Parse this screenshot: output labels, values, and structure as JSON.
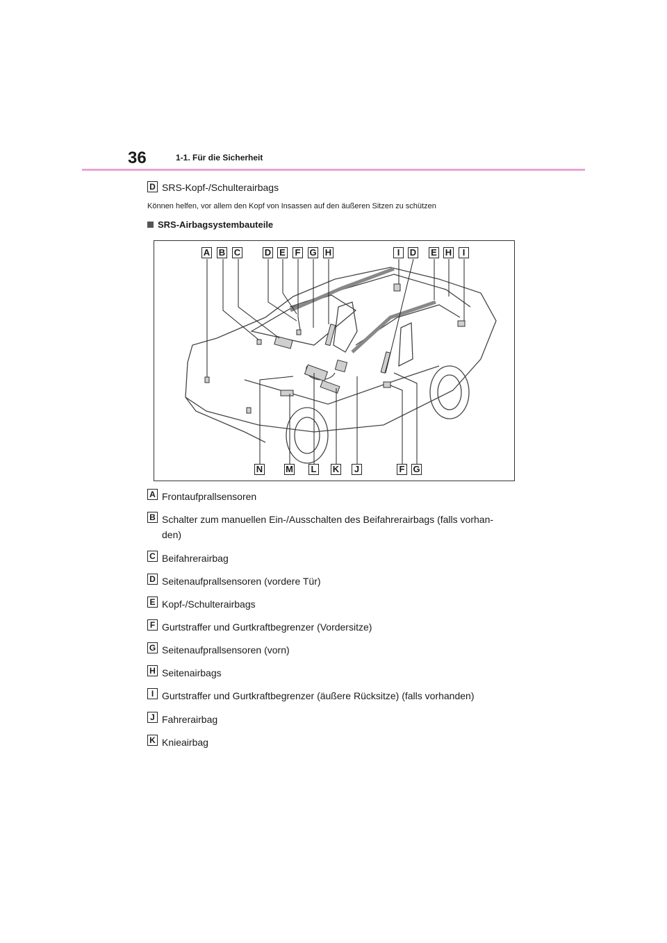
{
  "header": {
    "page_number": "36",
    "section": "1-1. Für die Sicherheit"
  },
  "intro": {
    "letter": "D",
    "label": "SRS-Kopf-/Schulterairbags",
    "note": "Können helfen, vor allem den Kopf von Insassen auf den äußeren Sitzen zu schützen"
  },
  "heading": "SRS-Airbagsystembauteile",
  "figure": {
    "top_labels": [
      "A",
      "B",
      "C",
      "D",
      "E",
      "F",
      "G",
      "H",
      "I",
      "D",
      "E",
      "H",
      "I"
    ],
    "bottom_labels": [
      "N",
      "M",
      "L",
      "K",
      "J",
      "F",
      "G"
    ]
  },
  "items": [
    {
      "letter": "A",
      "label": "Frontaufprallsensoren"
    },
    {
      "letter": "B",
      "label": "Schalter zum manuellen Ein-/Ausschalten des Beifahrerairbags (falls vorhan-den)"
    },
    {
      "letter": "C",
      "label": "Beifahrerairbag"
    },
    {
      "letter": "D",
      "label": "Seitenaufprallsensoren (vordere Tür)"
    },
    {
      "letter": "E",
      "label": "Kopf-/Schulterairbags"
    },
    {
      "letter": "F",
      "label": "Gurtstraffer und Gurtkraftbegrenzer (Vordersitze)"
    },
    {
      "letter": "G",
      "label": "Seitenaufprallsensoren (vorn)"
    },
    {
      "letter": "H",
      "label": "Seitenairbags"
    },
    {
      "letter": "I",
      "label": "Gurtstraffer und Gurtkraftbegrenzer (äußere Rücksitze) (falls vorhanden)"
    },
    {
      "letter": "J",
      "label": "Fahrerairbag"
    },
    {
      "letter": "K",
      "label": "Knieairbag"
    }
  ]
}
